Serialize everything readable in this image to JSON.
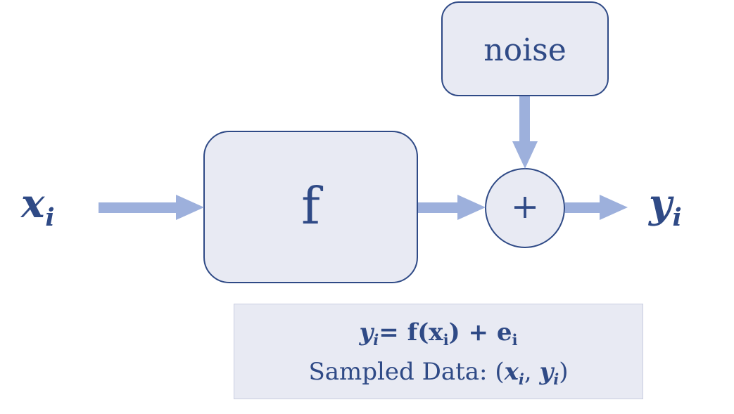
{
  "diagram": {
    "input_label": {
      "symbol": "x",
      "subscript": "i"
    },
    "output_label": {
      "symbol": "y",
      "subscript": "i"
    },
    "function_block_label": "f",
    "noise_block_label": "noise",
    "sum_node_label": "+",
    "formula": {
      "lhs_symbol": "y",
      "lhs_subscript": "i",
      "equals": "=",
      "rhs_function": "f(",
      "rhs_arg_symbol": "x",
      "rhs_arg_subscript": "i",
      "rhs_close": ")",
      "plus": "+",
      "error_symbol": "e",
      "error_subscript": "i"
    },
    "sampled_data": {
      "prefix": "Sampled Data:",
      "open_paren": "(",
      "x_symbol": "x",
      "x_subscript": "i",
      "comma": ",",
      "y_symbol": "y",
      "y_subscript": "i",
      "close_paren": ")"
    }
  },
  "colors": {
    "node_fill": "#e8eaf3",
    "node_stroke": "#2f4a86",
    "arrow": "#9db0dc",
    "text": "#2f4a86"
  }
}
